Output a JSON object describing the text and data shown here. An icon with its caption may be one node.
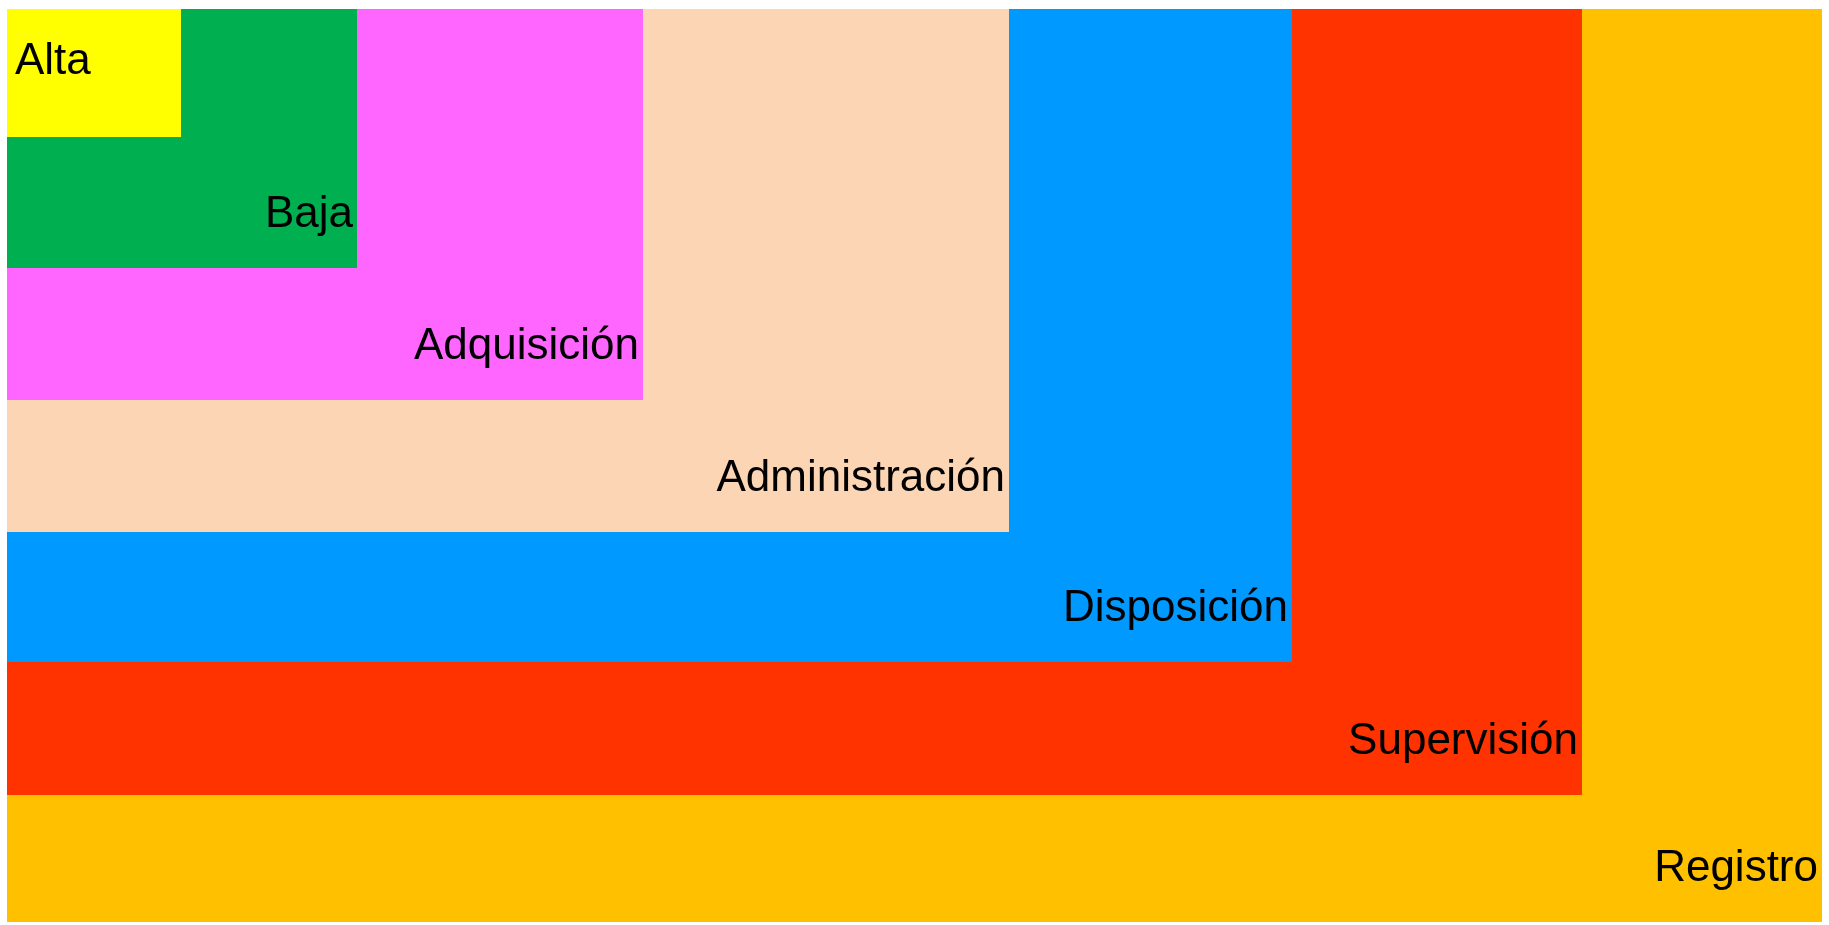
{
  "diagram": {
    "nodes": [
      {
        "text": [
          "Registro"
        ]
      },
      {
        "text": [
          "Supervisión"
        ],
        "in": 0
      },
      {
        "text": [
          "Disposición"
        ],
        "in": 1
      },
      {
        "text": [
          "Administración"
        ],
        "in": 2
      },
      {
        "text": [
          "Adquisición"
        ],
        "in": 3
      },
      {
        "text": [
          "Baja"
        ],
        "in": 4
      },
      {
        "text": [
          "Alta"
        ],
        "in": 5
      }
    ]
  }
}
